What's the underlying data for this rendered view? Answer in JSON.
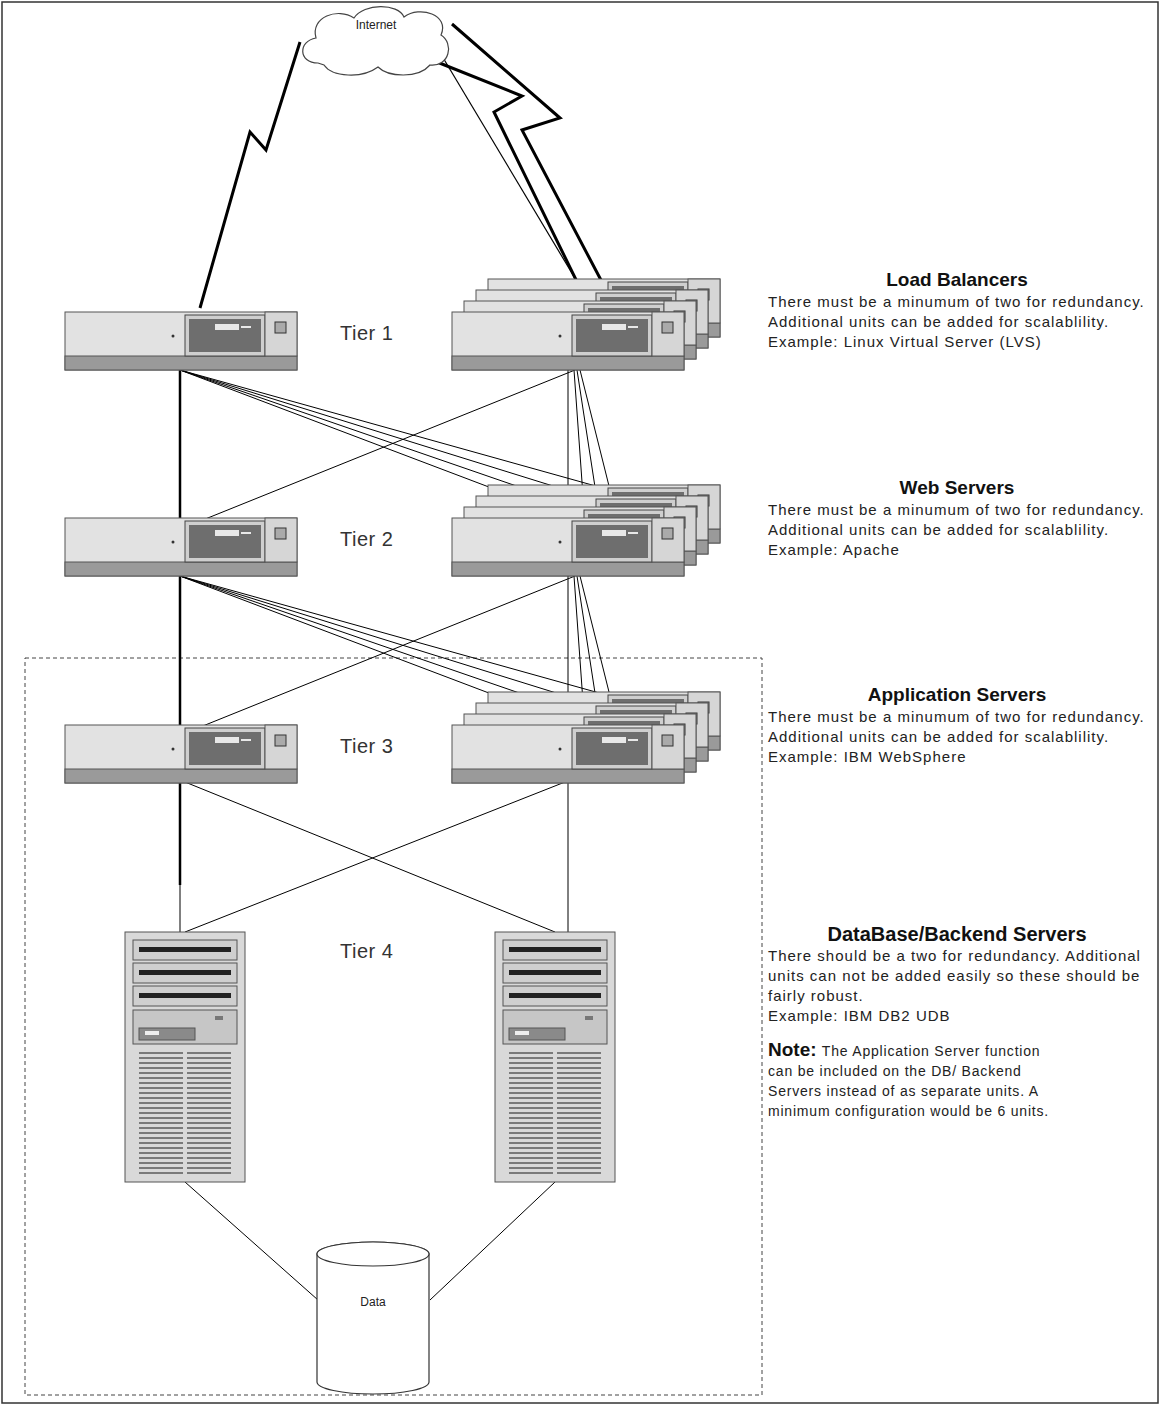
{
  "diagram": {
    "nodes": [
      {
        "text": [
          "Internet"
        ]
      },
      {
        "text": [
          "Data"
        ]
      }
    ],
    "labels": [
      "Load Balancers",
      "There must be a minumum of two for redundancy. Additional units can be added for scalablility.",
      "Example: Linux Virtual Server (LVS)",
      "Tier 1",
      "Web Servers",
      "There must be a minumum of two for redundancy. Additional units can be added for scalablility.",
      "Example: Apache",
      "Tier 2",
      "Application Servers",
      "There must be a minumum of two for redundancy. Additional units can be added for scalablility.",
      "Example: IBM WebSphere",
      "Tier 3",
      "Tier 4",
      "DataBase/Backend Servers",
      "There should be a two for redundancy. Additional units can not be added easily so these should be fairly robust.",
      "Example: IBM DB2 UDB",
      "Note:",
      "The Application Server function can be included on the DB/ Backend Servers instead of as separate units. A minimum configuration would be 6 units."
    ]
  }
}
